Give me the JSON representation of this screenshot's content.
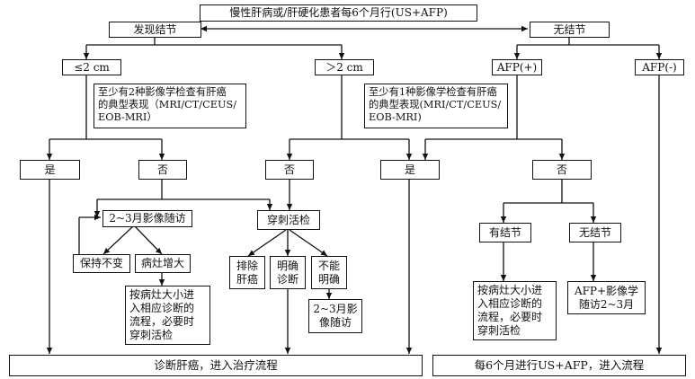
{
  "nodes": {
    "top": "慢性肝病或/肝硬化患者每6个月行(US+AFP)",
    "found_nodule": "发现结节",
    "no_nodule": "无结节",
    "le2cm": "≤2 cm",
    "gt2cm": "＞2 cm",
    "afp_pos": "AFP(+)",
    "afp_neg": "AFP(-)",
    "label_two_imaging": "至少有2种影像学检查有肝癌\n的典型表现（MRI/CT/CEUS/\nEOB-MRI）",
    "label_one_imaging": "至少有1种影像学检查有肝癌\n的典型表现(MRI/CT/CEUS/\nEOB-MRI)",
    "yes_left": "是",
    "no_left": "否",
    "no_mid": "否",
    "yes_mid": "是",
    "no_right": "否",
    "followup_2_3m": "2~3月影像随访",
    "biopsy": "穿刺活检",
    "stable": "保持不变",
    "lesion_growth": "病灶增大",
    "exclude_hcc": "排除\n肝癌",
    "confirm_dx": "明确\n诊断",
    "cannot_confirm": "不能\n明确",
    "followup_box_2_3m": "2~3月影\n像随访",
    "by_size_left": "按病灶大小进\n入相应诊断的\n流程，必要时\n穿刺活检",
    "has_nodule": "有结节",
    "no_nodule2": "无结节",
    "by_size_right": "按病灶大小进\n入相应诊断的\n流程，必要时\n穿刺活检",
    "afp_imaging_followup": "AFP+影像学\n随访2~3月",
    "bottom_left": "诊断肝癌，进入治疗流程",
    "bottom_right": "每6个月进行US+AFP，进入流程"
  }
}
